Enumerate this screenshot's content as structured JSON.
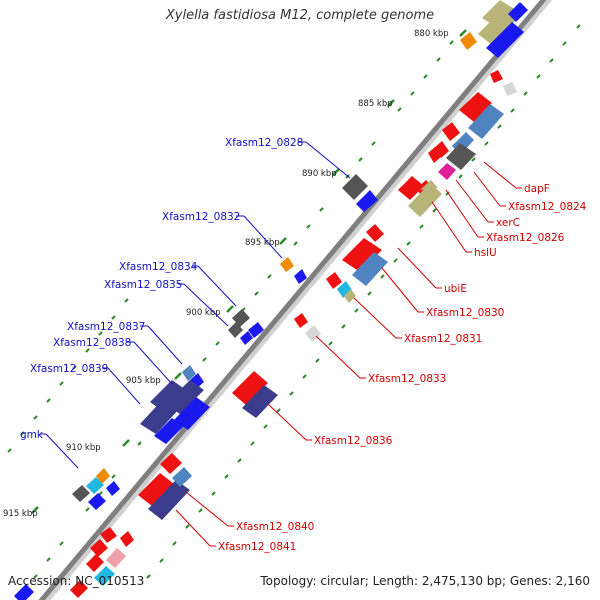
{
  "header": {
    "title": "Xylella fastidiosa M12, complete genome"
  },
  "footer": {
    "accession": "Accession: NC_010513",
    "summary": "Topology: circular; Length: 2,475,130 bp; Genes: 2,160"
  },
  "colors": {
    "backbone": "#8a8a8a",
    "forward_label": "#1010c0",
    "reverse_label": "#d00000",
    "kbp_dash": "#2a8a2a"
  },
  "ticks": [
    {
      "label": "880 kbp"
    },
    {
      "label": "885 kbp"
    },
    {
      "label": "890 kbp"
    },
    {
      "label": "895 kbp"
    },
    {
      "label": "900 kbp"
    },
    {
      "label": "905 kbp"
    },
    {
      "label": "910 kbp"
    },
    {
      "label": "915 kbp"
    }
  ],
  "forward_labels": [
    {
      "text": "Xfasm12_0828"
    },
    {
      "text": "Xfasm12_0832"
    },
    {
      "text": "Xfasm12_0834"
    },
    {
      "text": "Xfasm12_0835"
    },
    {
      "text": "Xfasm12_0837"
    },
    {
      "text": "Xfasm12_0838"
    },
    {
      "text": "Xfasm12_0839"
    },
    {
      "text": "gmk"
    }
  ],
  "reverse_labels": [
    {
      "text": "dapF"
    },
    {
      "text": "Xfasm12_0824"
    },
    {
      "text": "xerC"
    },
    {
      "text": "Xfasm12_0826"
    },
    {
      "text": "hslU"
    },
    {
      "text": "ubiE"
    },
    {
      "text": "Xfasm12_0830"
    },
    {
      "text": "Xfasm12_0831"
    },
    {
      "text": "Xfasm12_0833"
    },
    {
      "text": "Xfasm12_0836"
    },
    {
      "text": "Xfasm12_0840"
    },
    {
      "text": "Xfasm12_0841"
    }
  ],
  "legend_colors": {
    "cds_forward": "#1a1aee",
    "cds_reverse": "#ee1111",
    "dark_gray": "#555555",
    "light_gray": "#bbbbbb",
    "olive": "#b8b47a",
    "steel_blue": "#4f84c0",
    "navy_purple": "#3c3c8c",
    "orange": "#f08a00",
    "cyan": "#20b8e0",
    "magenta": "#e0209a",
    "pink": "#f0a0a8"
  }
}
